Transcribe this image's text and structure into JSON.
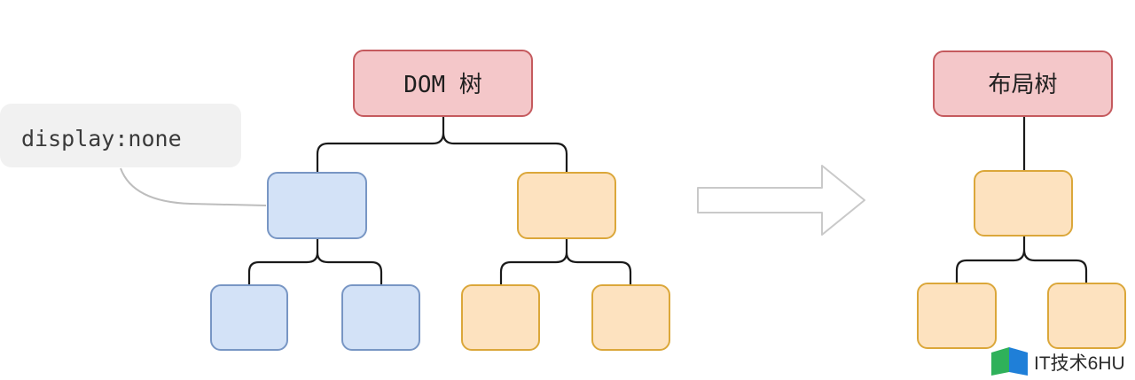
{
  "colors": {
    "root_fill": "#f4c7c9",
    "root_stroke": "#c55a5e",
    "blue_fill": "#d3e2f7",
    "blue_stroke": "#7896c4",
    "orange_fill": "#fde2bf",
    "orange_stroke": "#dba73a",
    "connector": "#1a1a1a",
    "arrow_stroke": "#c9c9c9",
    "note_fill": "#f1f1f1"
  },
  "dom_tree": {
    "root_label": "DOM 树",
    "hidden_note": "display:none"
  },
  "layout_tree": {
    "root_label": "布局树"
  },
  "transform_arrow": {
    "icon": "right-arrow-outline-icon"
  },
  "watermark": {
    "text": "IT技术6HU",
    "icon": "book-logo-icon"
  }
}
